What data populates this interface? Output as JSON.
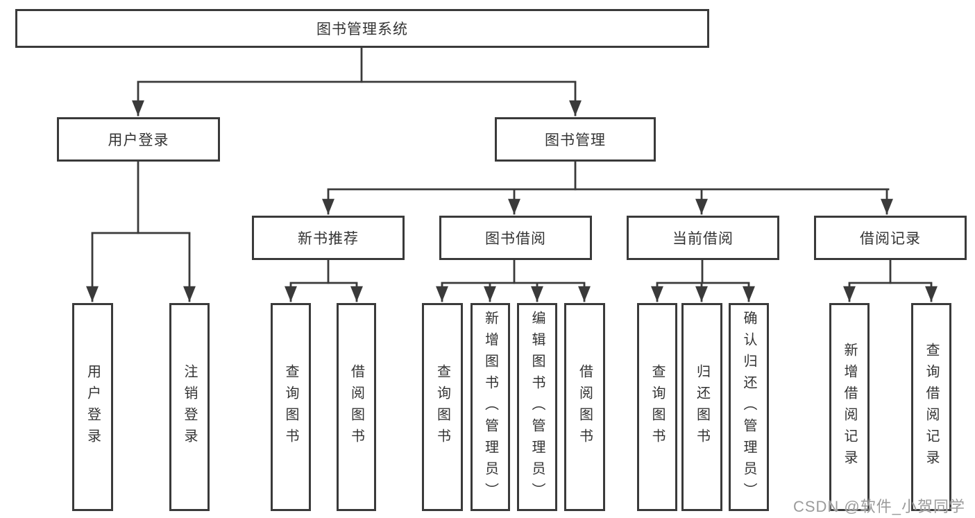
{
  "tree": {
    "label": "图书管理系统",
    "children": [
      {
        "label": "用户登录",
        "children": [
          {
            "label": "用户登录"
          },
          {
            "label": "注销登录"
          }
        ]
      },
      {
        "label": "图书管理",
        "children": [
          {
            "label": "新书推荐",
            "children": [
              {
                "label": "查询图书"
              },
              {
                "label": "借阅图书"
              }
            ]
          },
          {
            "label": "图书借阅",
            "children": [
              {
                "label": "查询图书"
              },
              {
                "label": "新增图书（管理员）"
              },
              {
                "label": "编辑图书（管理员）"
              },
              {
                "label": "借阅图书"
              }
            ]
          },
          {
            "label": "当前借阅",
            "children": [
              {
                "label": "查询图书"
              },
              {
                "label": "归还图书"
              },
              {
                "label": "确认归还（管理员）"
              }
            ]
          },
          {
            "label": "借阅记录",
            "children": [
              {
                "label": "新增借阅记录"
              },
              {
                "label": "查询借阅记录"
              }
            ]
          }
        ]
      }
    ]
  },
  "watermark": "CSDN @软件_小贺同学",
  "colors": {
    "line": "#3a3a3a",
    "text": "#333333",
    "watermark": "#9b9b9b",
    "background": "#ffffff"
  }
}
